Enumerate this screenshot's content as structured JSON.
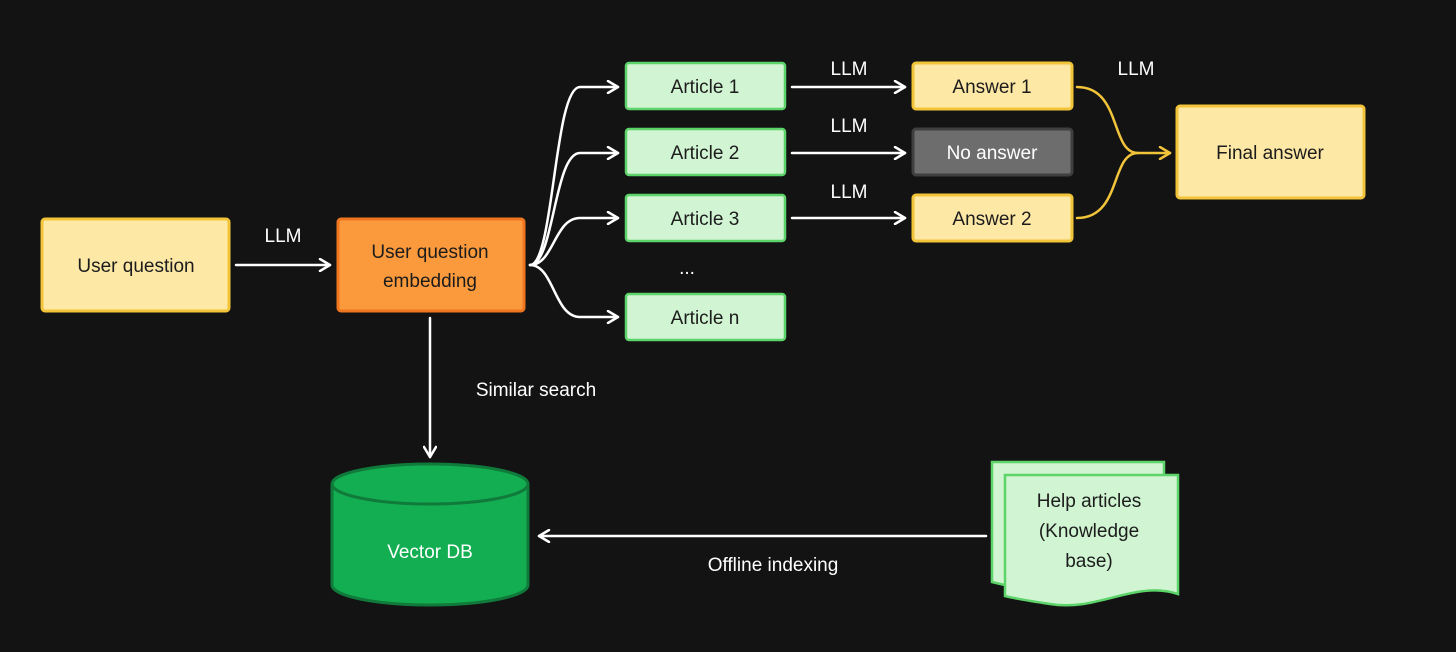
{
  "diagram": {
    "colors": {
      "background": "#131313",
      "yellow_fill": "#fde8a6",
      "yellow_stroke": "#f2c43a",
      "orange_fill": "#fb9a3c",
      "orange_stroke": "#f0751f",
      "green_fill": "#d1f5d3",
      "green_stroke": "#5dd46a",
      "db_fill": "#14ae52",
      "db_stroke": "#0f7a3a",
      "gray_fill": "#6d6d6d",
      "gray_stroke": "#3f3f3f",
      "arrow_white": "#ffffff",
      "arrow_yellow": "#f2c43a"
    },
    "nodes": {
      "user_question": "User question",
      "embedding_line1": "User question",
      "embedding_line2": "embedding",
      "article_1": "Article 1",
      "article_2": "Article 2",
      "article_3": "Article 3",
      "article_ellipsis": "...",
      "article_n": "Article n",
      "answer_1": "Answer 1",
      "no_answer": "No answer",
      "answer_2": "Answer 2",
      "final_answer": "Final answer",
      "vector_db": "Vector DB",
      "help_line1": "Help articles",
      "help_line2": "(Knowledge",
      "help_line3": "base)"
    },
    "edges": {
      "llm_question": "LLM",
      "llm_article_1": "LLM",
      "llm_article_2": "LLM",
      "llm_article_3": "LLM",
      "llm_final": "LLM",
      "similar_search": "Similar search",
      "offline_indexing": "Offline indexing"
    }
  }
}
